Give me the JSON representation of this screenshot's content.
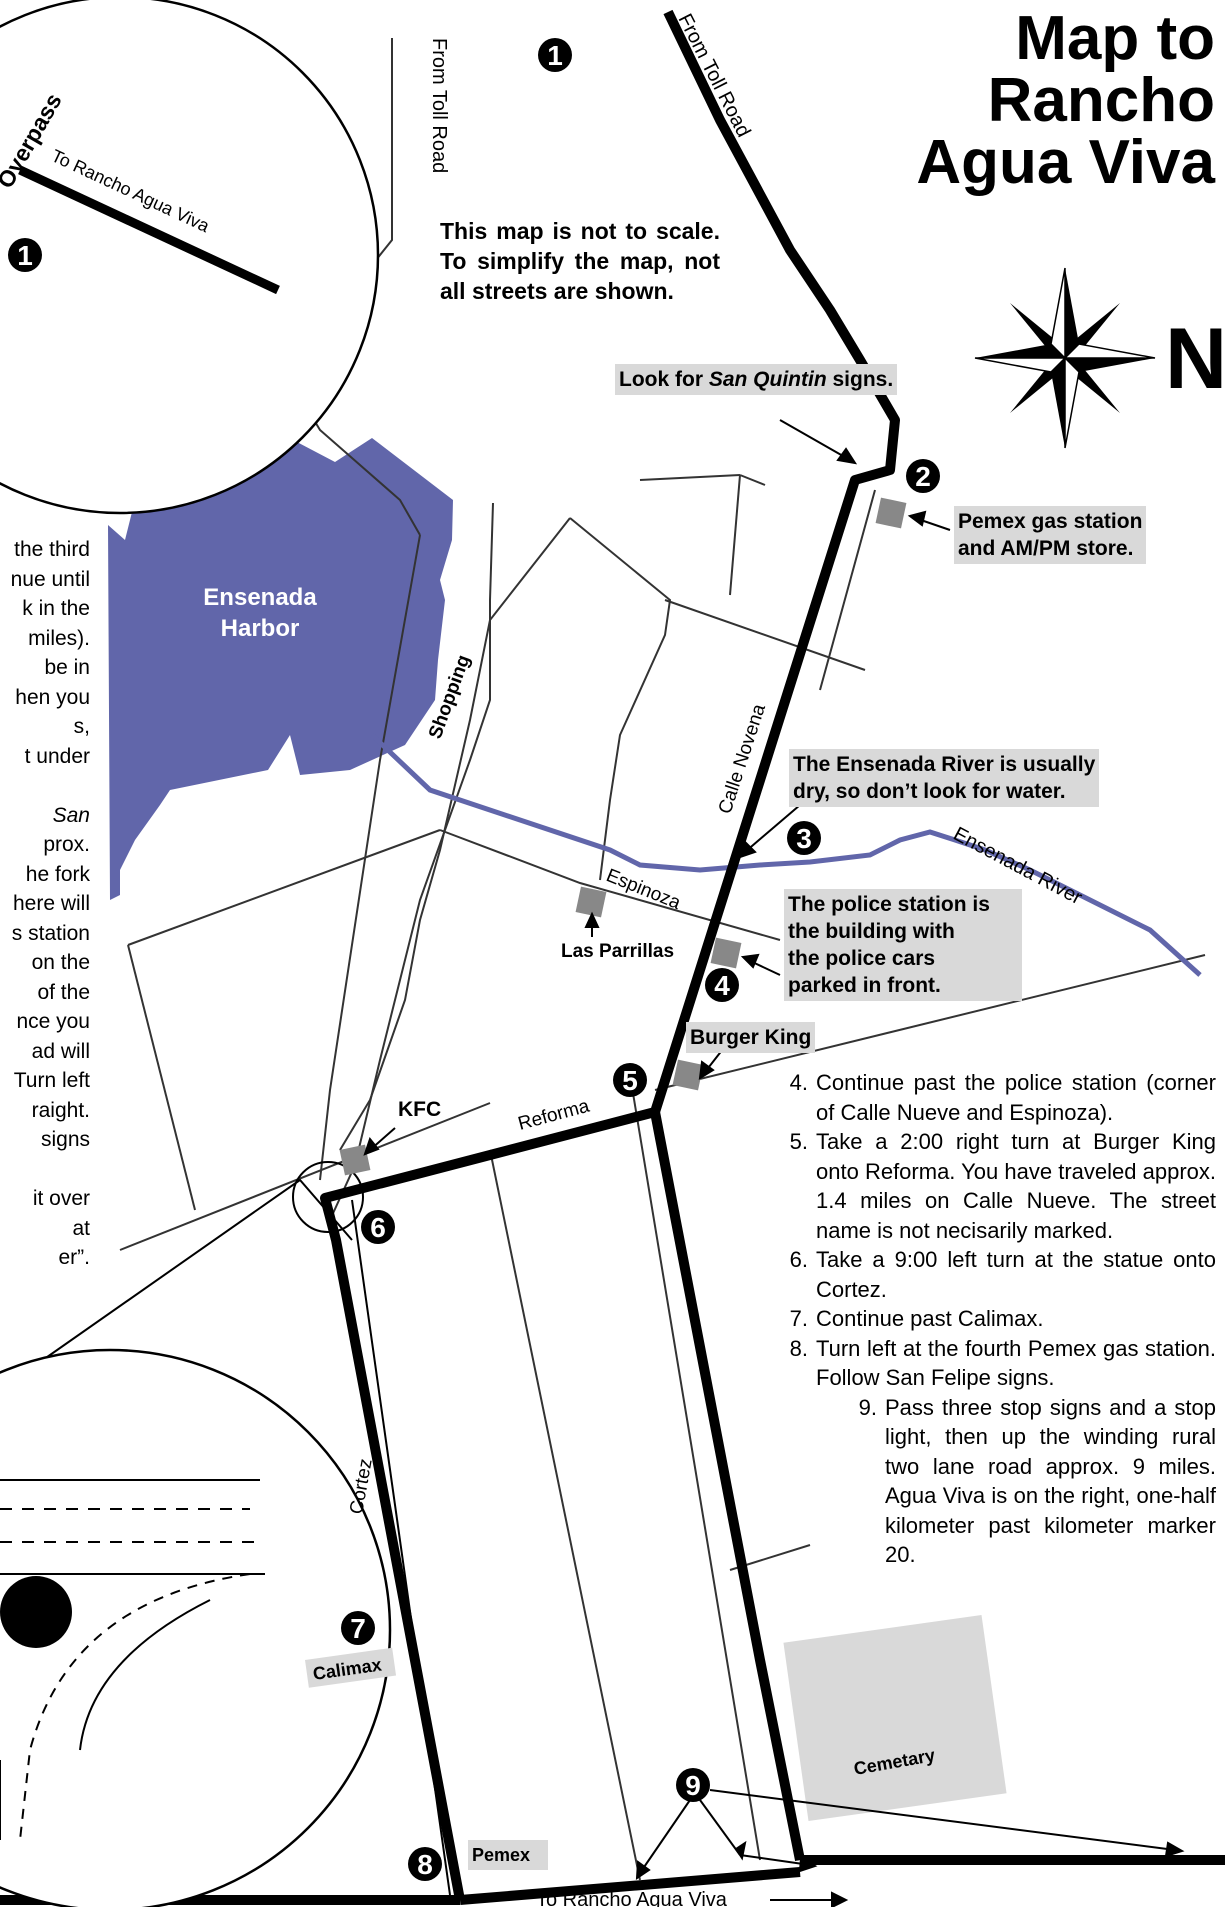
{
  "title": [
    "Map to",
    "Rancho",
    "Agua Viva"
  ],
  "compass_letter": "N",
  "scale_note": "This map is not to scale. To simplify the map, not all streets are shown.",
  "callouts": {
    "san_quintin": {
      "prefix": "Look for ",
      "italic": "San Quintin",
      "suffix": " signs."
    },
    "pemex_station": [
      "Pemex gas station",
      "and AM/PM store."
    ],
    "river_note": [
      "The Ensenada River is usually",
      "dry, so don’t look for water."
    ],
    "police_note": [
      "The police station is",
      "the building with",
      "the police cars",
      "parked in front."
    ],
    "burger_king": "Burger King",
    "kfc": "KFC",
    "las_parrillas": "Las Parrillas",
    "pemex": "Pemex",
    "calimax": "Calimax",
    "cemetary": "Cemetary"
  },
  "labels": {
    "harbor": [
      "Ensenada",
      "Harbor"
    ],
    "from_toll_road": "From Toll Road",
    "to_rancho_inset": "To Rancho Agua Viva",
    "overpass": "Overpass",
    "shopping": "Shopping",
    "calle_novena": "Calle Novena",
    "ensenada_river": "Ensenada River",
    "espinoza": "Espinoza",
    "reforma": "Reforma",
    "cortez": "Cortez",
    "to_rancho_bottom": "To Rancho Agua Viva"
  },
  "markers": [
    "1",
    "1",
    "2",
    "3",
    "4",
    "5",
    "6",
    "7",
    "8",
    "9"
  ],
  "left_text": [
    "the third",
    "nue until",
    "k in the",
    "miles).",
    "be in",
    "hen you",
    "s,",
    "t under",
    "",
    "San",
    "prox.",
    "he fork",
    "here will",
    "s station",
    "on the",
    "of the",
    "nce you",
    "ad will",
    "Turn left",
    "raight.",
    "signs",
    "",
    "it over",
    "at",
    "er”."
  ],
  "steps": [
    {
      "num": "4.",
      "text": "Continue past the police station (corner of Calle Nueve and Espinoza)."
    },
    {
      "num": "5.",
      "text": "Take a 2:00 right turn at Burger King onto Reforma.  You have traveled approx. 1.4 miles on Calle Nueve.  The street name is not necisarily marked."
    },
    {
      "num": "6.",
      "text": "Take a 9:00 left turn at the statue onto Cortez."
    },
    {
      "num": "7.",
      "text": "Continue past Calimax."
    },
    {
      "num": "8.",
      "text": "Turn left at the fourth Pemex gas station.  Follow San Felipe signs."
    },
    {
      "num": "9.",
      "text": "Pass three stop signs and a stop light, then up the winding rural two lane road approx. 9 miles.  Agua Viva is on the right, one-half kilometer past kilometer marker 20."
    }
  ],
  "colors": {
    "river": "#6166aa",
    "harbor": "#6166aa",
    "route": "#000000",
    "building": "#888888",
    "callout_bg": "#d9d9d9"
  }
}
